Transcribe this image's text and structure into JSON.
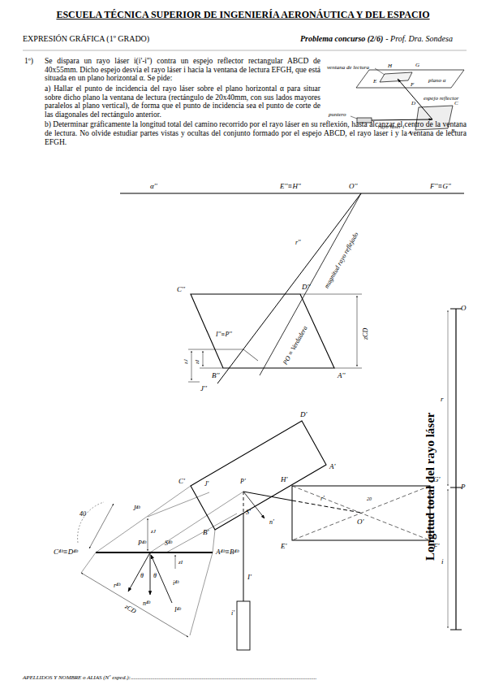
{
  "diagram": {
    "title": "ESCUELA TÉCNICA SUPERIOR DE INGENIERÍA AERONÁUTICA Y DEL ESPACIO",
    "labels": [
      "EXPRESIÓN GRÁFICA (1º GRADO)",
      "Problema concurso (2/6)",
      "- Prof. Dra. Sondesa",
      "1º)",
      "Se dispara un rayo láser i(i'-i'') contra un espejo reflector rectangular ABCD de 40x55mm. Dicho espejo desvía el rayo láser i hacia la ventana de lectura EFGH, que está situada en un plano horizontal α. Se pide:",
      "a) Hallar el punto de incidencia del rayo láser sobre el plano horizontal α para situar sobre dicho plano la ventana de lectura (rectángulo de 20x40mm, con sus lados mayores paralelos al plano vertical), de forma que el punto de incidencia sea el punto de corte de las diagonales del rectángulo anterior.",
      "b) Determinar gráficamente la longitud total del camino recorrido por el rayo láser en su reflexión, hasta alcanzar el centro de la ventana de lectura. No olvide estudiar partes vistas y ocultas del conjunto formado por el espejo ABCD, el rayo laser i y la ventana de lectura EFGH.",
      "ventana de lectura",
      "H",
      "G",
      "E",
      "F",
      "plano α",
      "espejo reflector",
      "D",
      "C",
      "A",
      "B",
      "puntero",
      "rayo láser i",
      "α''",
      "E''≡H''",
      "O''",
      "F''≡G''",
      "C''",
      "D''",
      "r''",
      "magnitud rayo reflejado",
      "zCD",
      "zJ",
      "zI",
      "I''≡P''",
      "PO ≡ Verdadera",
      "B''",
      "A''",
      "J''",
      "D'",
      "A'",
      "C'",
      "J'",
      "P'",
      "B'",
      "S'",
      "n'",
      "I'",
      "i'",
      "H'",
      "G'",
      "r'",
      "O'",
      "20",
      "E'",
      "F'",
      "40",
      "zJ",
      "J⁴ᵇ",
      "C⁴ᵇ≡D⁴ᵇ",
      "P⁴ᵇ",
      "S⁴ᵇ",
      "A⁴ᵇ≡B⁴ᵇ",
      "r⁴ᵇ",
      "θ",
      "θ",
      "n⁴ᵇ",
      "i⁴ᵇ",
      "I⁴ᵇ",
      "zI",
      "zCD",
      "O",
      "r",
      "P",
      "i",
      "Longitud total del rayo láser",
      "APELLIDOS Y NOMBRE o ALIAS (Nº exped.):..................................................................................................................................."
    ]
  }
}
